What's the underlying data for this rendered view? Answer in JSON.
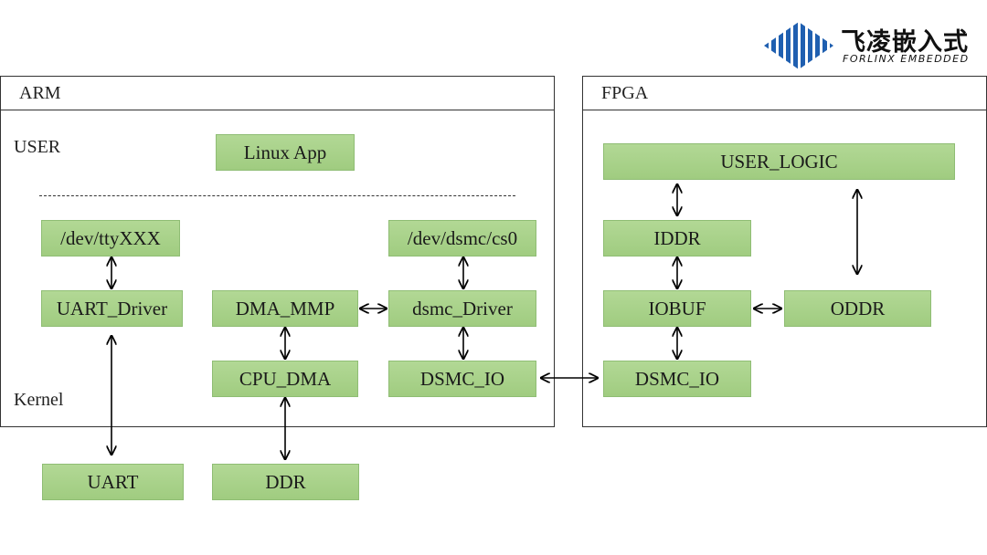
{
  "logo": {
    "name_cn": "飞凌嵌入式",
    "name_en": "FORLINX EMBEDDED",
    "icon": "diamond-stripes-logo-icon",
    "color": "#1f5fb0"
  },
  "arm": {
    "title": "ARM",
    "user_label": "USER",
    "kernel_label": "Kernel",
    "linux_app": "Linux App",
    "dev_tty": "/dev/ttyXXX",
    "dev_dsmc": "/dev/dsmc/cs0",
    "uart_driver": "UART_Driver",
    "dma_mmp": "DMA_MMP",
    "dsmc_driver": "dsmc_Driver",
    "cpu_dma": "CPU_DMA",
    "dsmc_io": "DSMC_IO"
  },
  "external": {
    "uart": "UART",
    "ddr": "DDR"
  },
  "fpga": {
    "title": "FPGA",
    "user_logic": "USER_LOGIC",
    "iddr": "IDDR",
    "iobuf": "IOBUF",
    "oddr": "ODDR",
    "dsmc_io": "DSMC_IO"
  },
  "colors": {
    "block_fill": "#a8d18a",
    "block_border": "#8fbd74",
    "line": "#000000"
  }
}
